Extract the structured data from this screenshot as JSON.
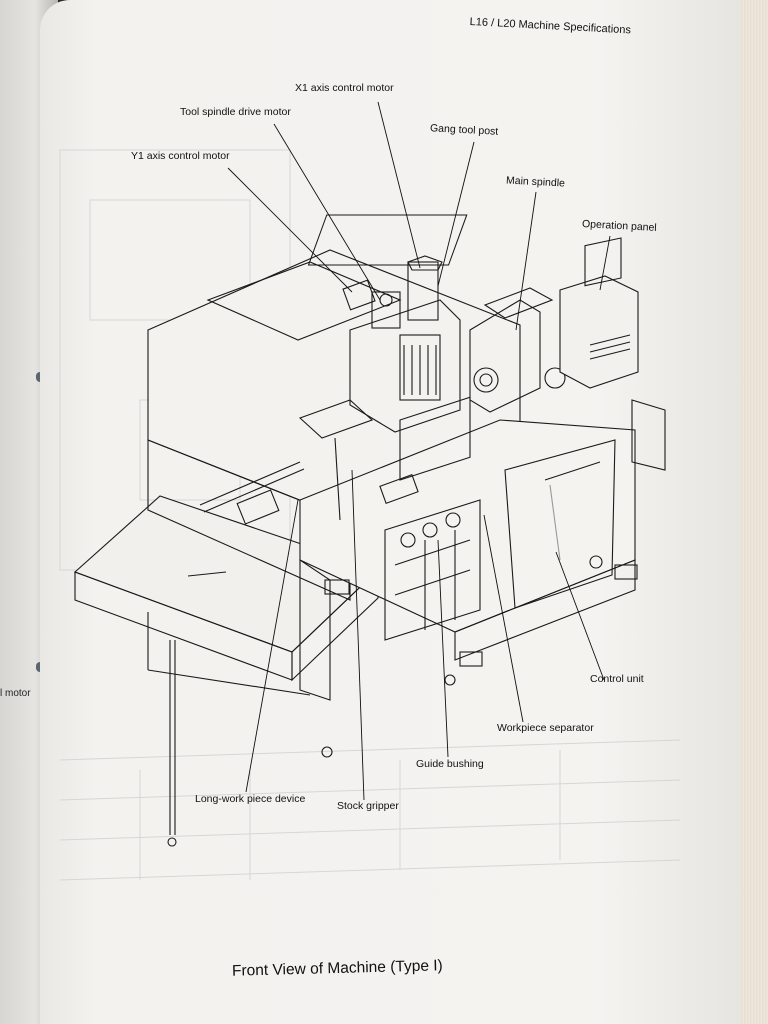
{
  "header": {
    "title": "L16 / L20  Machine Specifications"
  },
  "left_page": {
    "fragment_motor": "l motor"
  },
  "callouts": {
    "x1_axis_control_motor": "X1 axis control motor",
    "tool_spindle_drive_motor": "Tool spindle drive motor",
    "gang_tool_post": "Gang tool post",
    "y1_axis_control_motor": "Y1 axis control motor",
    "main_spindle": "Main spindle",
    "operation_panel": "Operation panel",
    "control_unit": "Control unit",
    "workpiece_separator": "Workpiece separator",
    "guide_bushing": "Guide bushing",
    "long_work_piece_device": "Long-work piece device",
    "stock_gripper": "Stock gripper"
  },
  "caption": "Front View of Machine (Type I)",
  "colors": {
    "page": "#f4f3f0",
    "ink": "#111111",
    "ghost": "#c9c9c9",
    "binding_ring": "#5c6670"
  }
}
